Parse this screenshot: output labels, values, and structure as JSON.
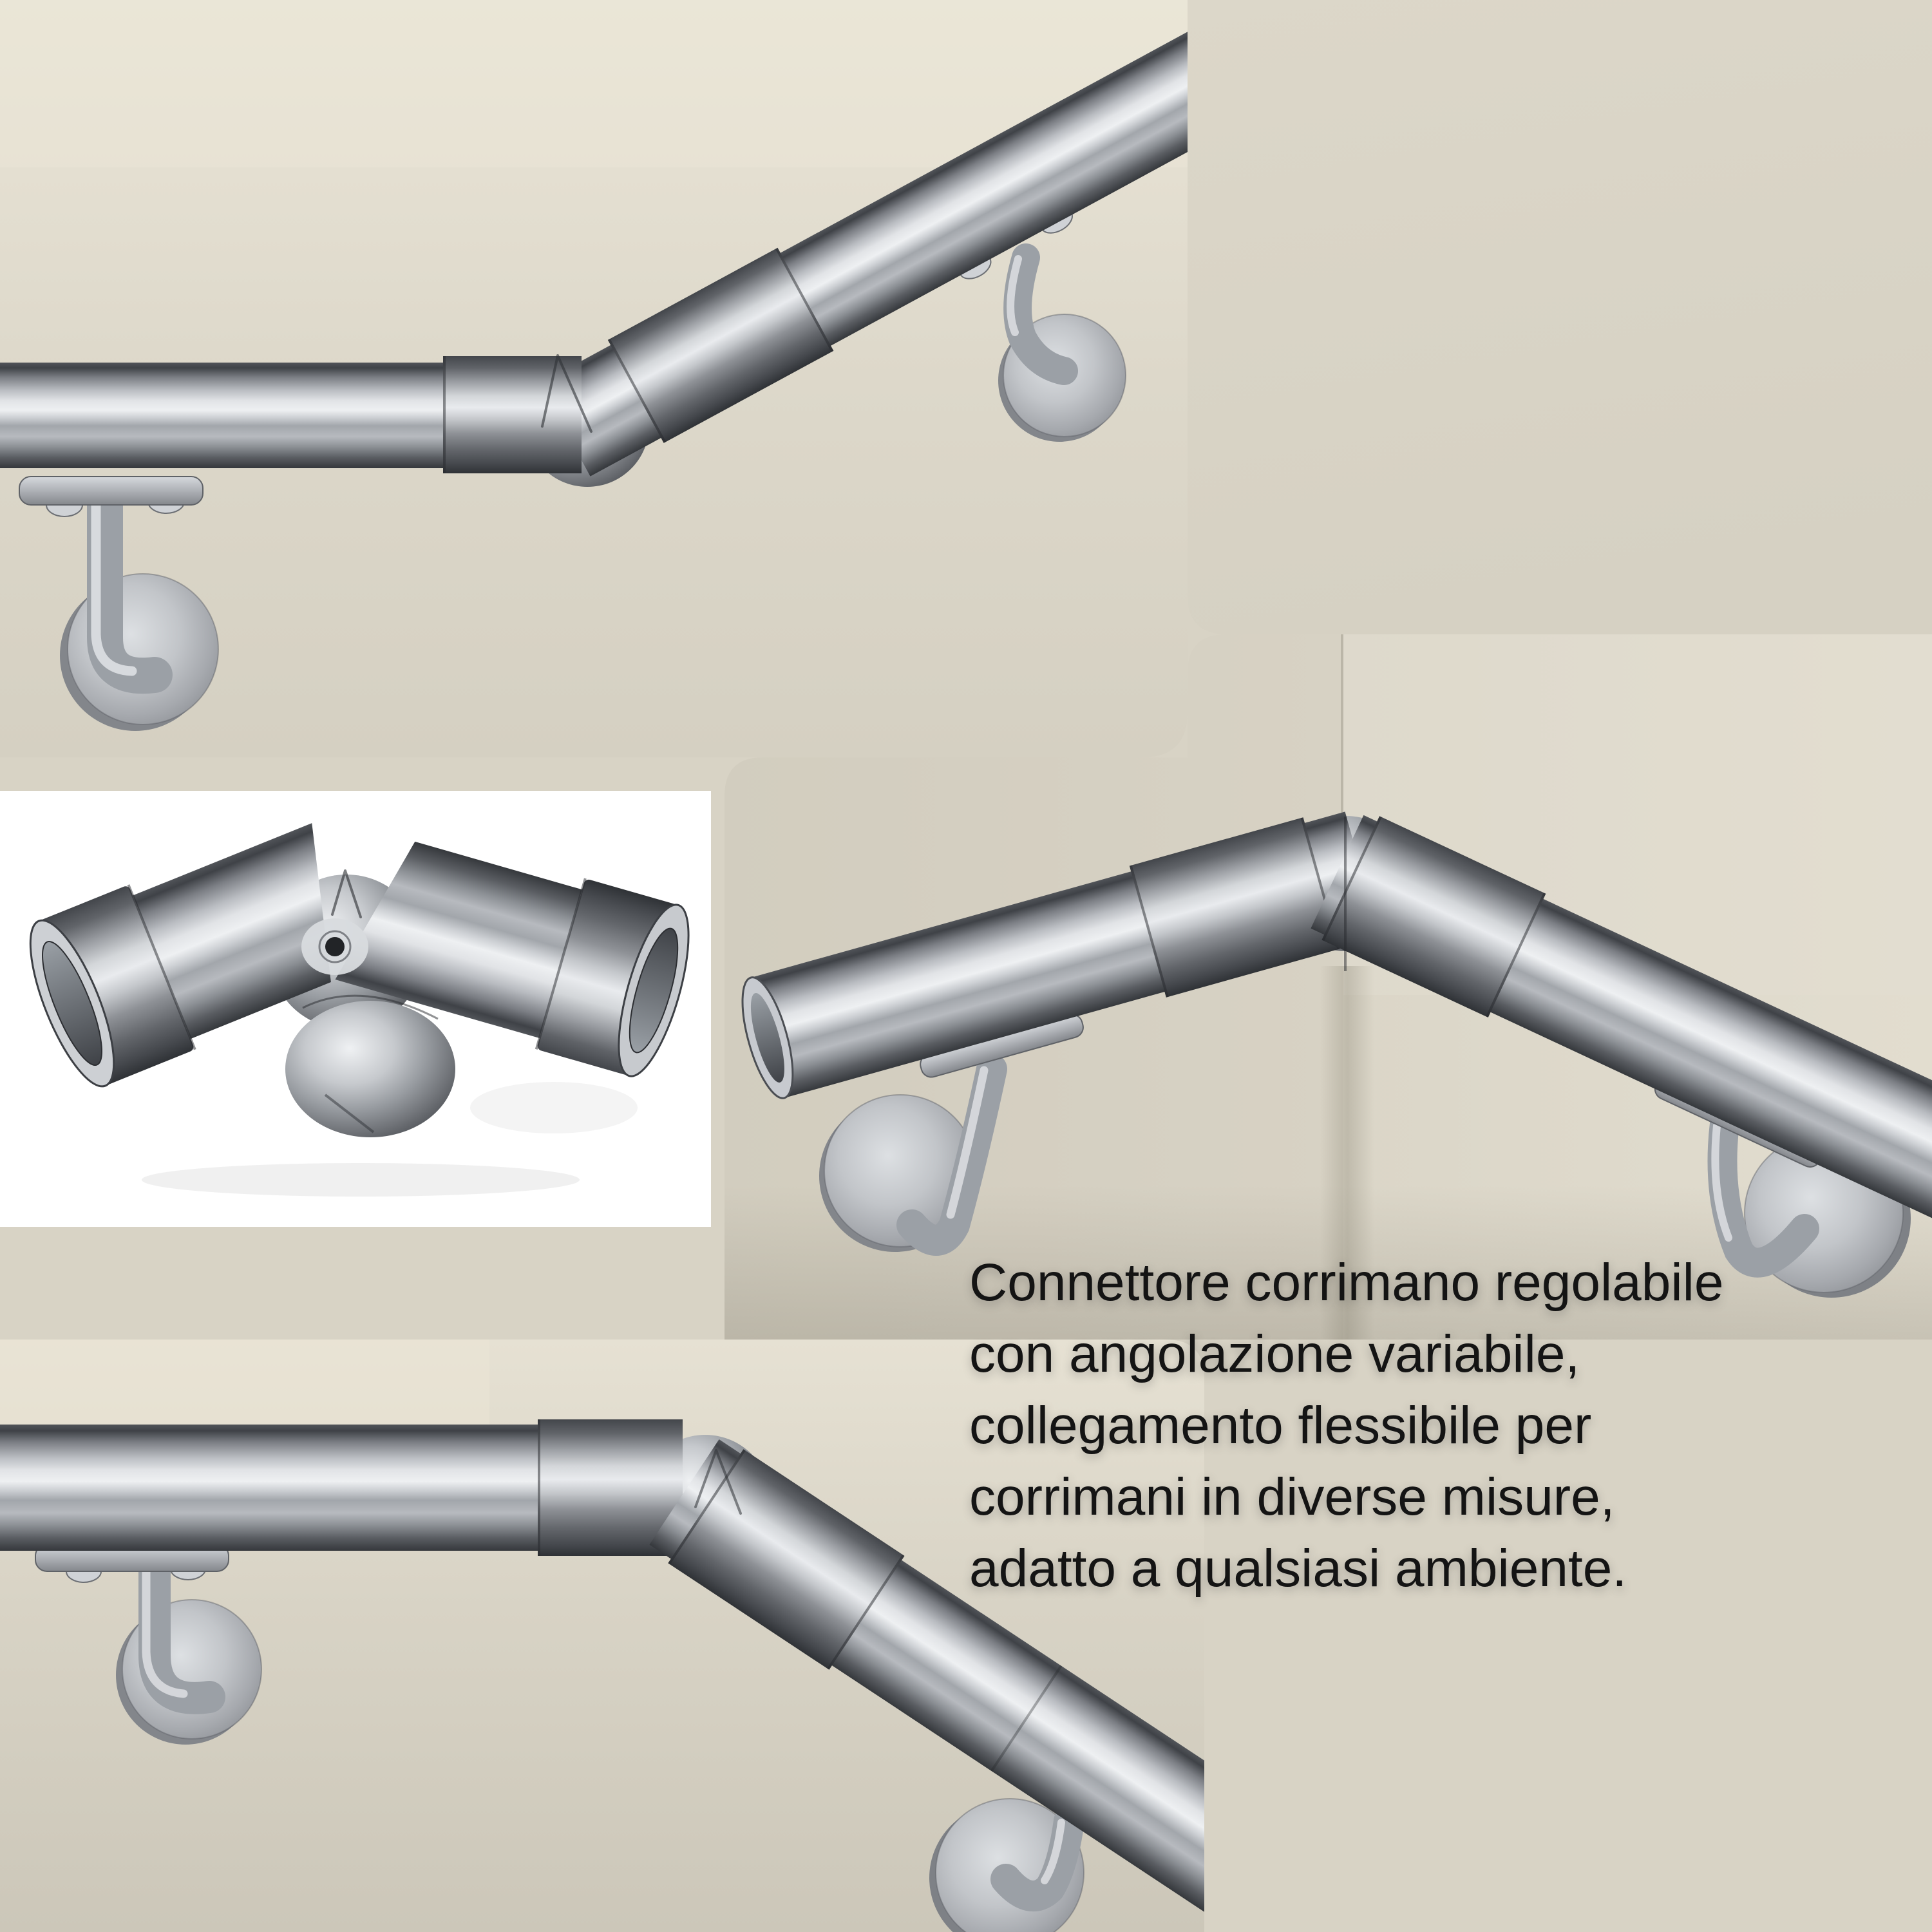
{
  "description": {
    "lines": [
      "Connettore corrimano regolabile",
      "con angolazione variabile,",
      "collegamento flessibile per",
      "corrimani in diverse misure,",
      "adatto a qualsiasi ambiente."
    ]
  },
  "scenes": [
    {
      "id": "top-left",
      "name": "handrail-ascending-connector-photo"
    },
    {
      "id": "right",
      "name": "handrail-inside-corner-connector-photo"
    },
    {
      "id": "bottom-left",
      "name": "handrail-descending-connector-photo"
    },
    {
      "id": "inset",
      "name": "connector-closeup-photo"
    }
  ],
  "palette": {
    "canvas_bg": "#d8d3c5",
    "wall_light": "#e8e3d5",
    "wall_dark": "#ccc7b9",
    "inset_bg": "#ffffff",
    "steel_highlight": "#eef0f2",
    "steel_mid": "#9aa0a6",
    "steel_dark": "#3a3d42",
    "text_color": "#141414"
  }
}
